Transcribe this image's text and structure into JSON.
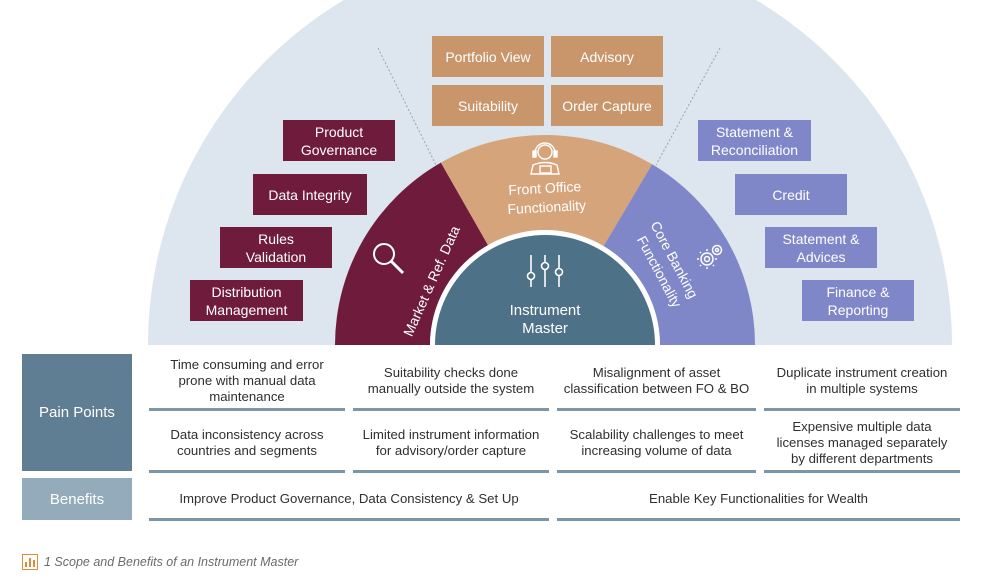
{
  "front_office": {
    "label_line1": "Front Office",
    "label_line2": "Functionality",
    "chips": [
      "Portfolio View",
      "Advisory",
      "Suitability",
      "Order Capture"
    ]
  },
  "market_ref_data": {
    "label": "Market & Ref. Data",
    "chips": [
      {
        "line1": "Product",
        "line2": "Governance"
      },
      {
        "line1": "Data Integrity",
        "line2": ""
      },
      {
        "line1": "Rules",
        "line2": "Validation"
      },
      {
        "line1": "Distribution",
        "line2": "Management"
      }
    ]
  },
  "core_banking": {
    "label_line1": "Core Banking",
    "label_line2": "Functionality",
    "chips": [
      {
        "line1": "Statement &",
        "line2": "Reconciliation"
      },
      {
        "line1": "Credit",
        "line2": ""
      },
      {
        "line1": "Statement &",
        "line2": "Advices"
      },
      {
        "line1": "Finance &",
        "line2": "Reporting"
      }
    ]
  },
  "instrument_master": {
    "line1": "Instrument",
    "line2": "Master"
  },
  "pain_points": {
    "label": "Pain Points",
    "row1": [
      "Time consuming and error prone with manual data maintenance",
      "Suitability checks done manually outside the system",
      "Misalignment of asset classification between FO & BO",
      "Duplicate instrument creation in multiple systems"
    ],
    "row2": [
      "Data inconsistency across countries and segments",
      "Limited instrument information for advisory/order capture",
      "Scalability challenges to meet increasing volume of data",
      "Expensive multiple data licenses managed separately by different departments"
    ]
  },
  "benefits": {
    "label": "Benefits",
    "items": [
      "Improve Product Governance, Data Consistency & Set Up",
      "Enable Key Functionalities for Wealth"
    ]
  },
  "caption": "1 Scope and Benefits of an Instrument Master",
  "colors": {
    "front_office": "#c9966c",
    "market_ref_data": "#6f1b3c",
    "core_banking": "#7f87c8",
    "instrument_master": "#4d7186",
    "background_arc": "#dde5ee",
    "pain_points_label": "#5f7e93",
    "benefits_label": "#93abbb"
  },
  "icons": [
    "operator-headset-icon",
    "magnifier-icon",
    "gears-icon",
    "sliders-icon",
    "chart-icon"
  ]
}
